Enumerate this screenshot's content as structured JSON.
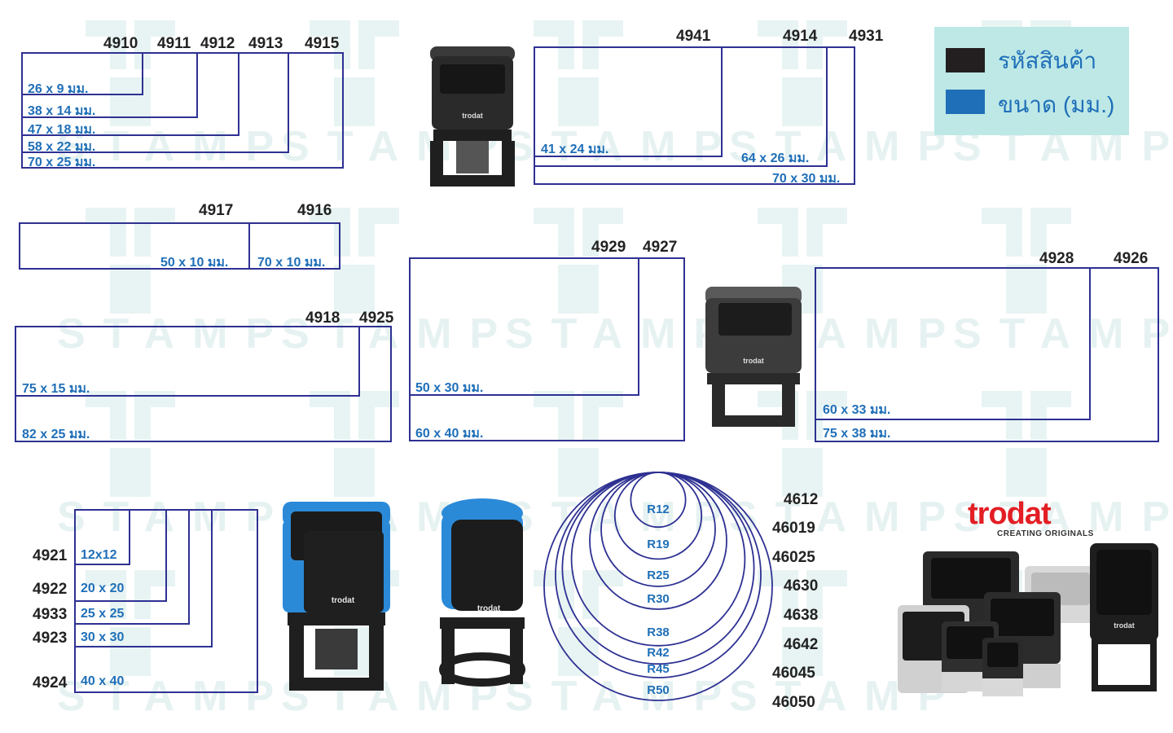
{
  "watermark": {
    "text": "STAMP"
  },
  "legend": {
    "code_label": "รหัสสินค้า",
    "size_label": "ขนาด (มม.)",
    "colors": {
      "code": "#231f20",
      "size": "#1f6fb8"
    }
  },
  "group_a": {
    "codes": [
      "4910",
      "4911",
      "4912",
      "4913",
      "4915"
    ],
    "sizes": [
      "26 x 9 มม.",
      "38 x 14 มม.",
      "47 x 18 มม.",
      "58 x 22 มม.",
      "70 x 25 มม."
    ]
  },
  "group_b": {
    "codes": [
      "4941",
      "4914",
      "4931"
    ],
    "sizes": [
      "41 x 24 มม.",
      "64 x 26 มม.",
      "70 x 30 มม."
    ]
  },
  "group_c": {
    "codes": [
      "4917",
      "4916"
    ],
    "sizes": [
      "50 x 10 มม.",
      "70 x 10 มม."
    ]
  },
  "group_d": {
    "codes": [
      "4918",
      "4925"
    ],
    "sizes": [
      "75 x 15 มม.",
      "82 x 25 มม."
    ]
  },
  "group_e": {
    "codes": [
      "4929",
      "4927"
    ],
    "sizes": [
      "50 x 30 มม.",
      "60 x 40 มม."
    ]
  },
  "group_f": {
    "codes": [
      "4928",
      "4926"
    ],
    "sizes": [
      "60 x 33 มม.",
      "75 x 38 มม."
    ]
  },
  "group_g": {
    "codes": [
      "4921",
      "4922",
      "4933",
      "4923",
      "4924"
    ],
    "sizes": [
      "12x12",
      "20 x 20",
      "25 x 25",
      "30 x 30",
      "40 x 40"
    ]
  },
  "group_round": {
    "codes": [
      "4612",
      "46019",
      "46025",
      "4630",
      "4638",
      "4642",
      "46045",
      "46050"
    ],
    "sizes": [
      "R12",
      "R19",
      "R25",
      "R30",
      "R38",
      "R42",
      "R45",
      "R50"
    ]
  },
  "brand": {
    "name": "trodat",
    "tagline": "CREATING ORIGINALS",
    "stamp_label": "trodat",
    "color": "#e31e24"
  }
}
